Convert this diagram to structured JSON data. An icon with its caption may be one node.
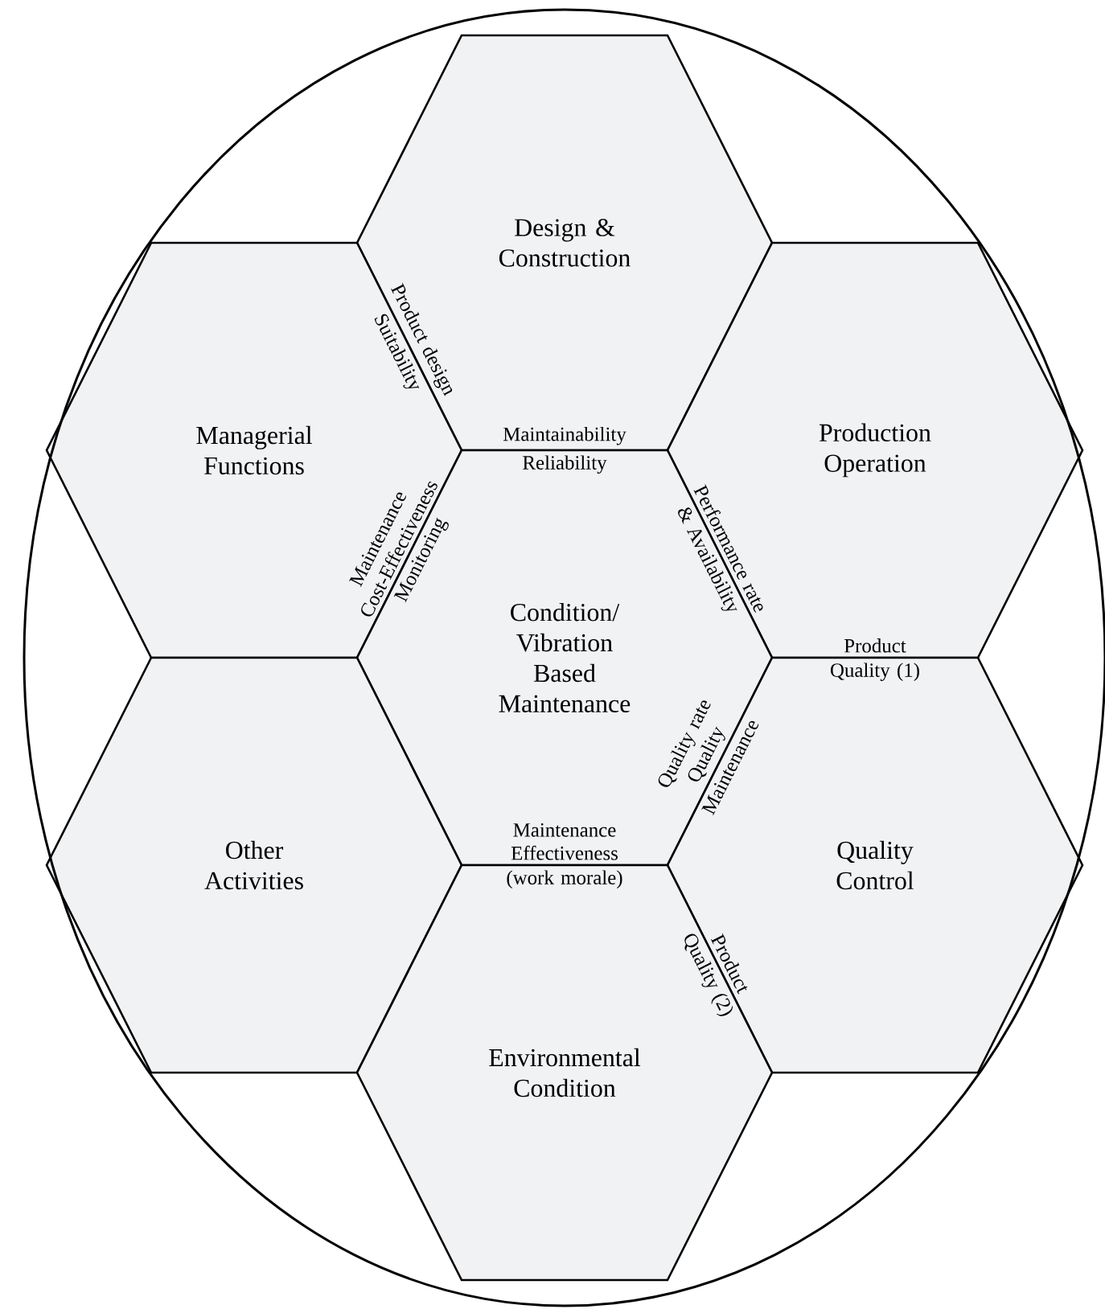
{
  "diagram": {
    "nodes": [
      {
        "text": [
          "Design & Construction"
        ]
      },
      {
        "text": [
          "Managerial Functions"
        ]
      },
      {
        "text": [
          "Production Operation"
        ]
      },
      {
        "text": [
          "Condition/ Vibration Based Maintenance"
        ]
      },
      {
        "text": [
          "Other Activities"
        ]
      },
      {
        "text": [
          "Quality Control"
        ]
      },
      {
        "text": [
          "Environmental Condition"
        ]
      }
    ],
    "labels": [
      "Product design",
      "Suitability",
      "Maintainability",
      "Reliability",
      "Maintenance Cost-Effectiveness",
      "Monitoring",
      "Performance rate",
      "& Availability",
      "Product",
      "Quality (1)",
      "Quality rate",
      "Quality",
      "Maintenance",
      "Maintenance Effectiveness",
      "(work morale)",
      "Product",
      "Quality (2)"
    ]
  }
}
